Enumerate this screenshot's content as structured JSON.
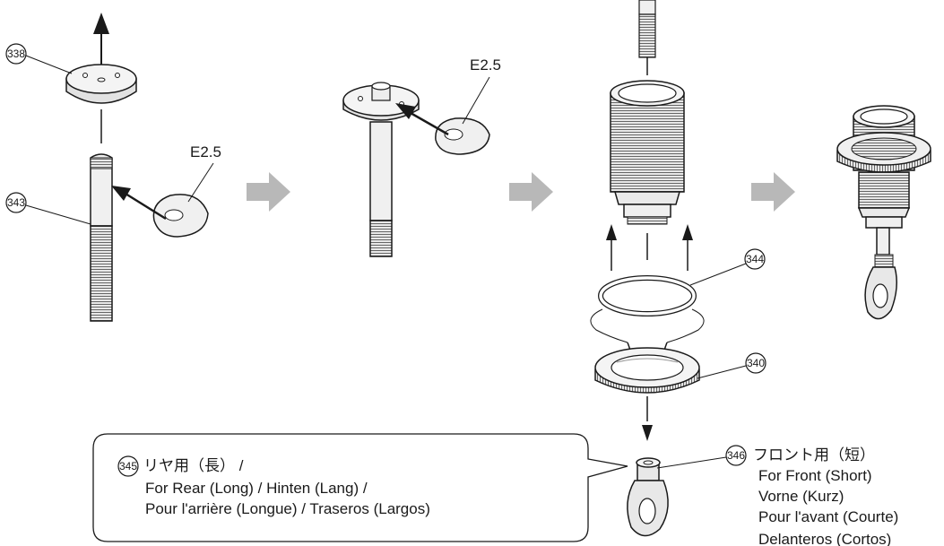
{
  "parts": {
    "p338": "338",
    "p343": "343",
    "p344": "344",
    "p340": "340",
    "p345": "345",
    "p346": "346"
  },
  "clip_labels": {
    "clip1": "E2.5",
    "clip2": "E2.5"
  },
  "rear_note": {
    "line1": "リヤ用（長） /",
    "line2": "For Rear (Long) / Hinten (Lang) /",
    "line3": "Pour l'arrière (Longue) / Traseros (Largos)"
  },
  "front_note": {
    "line1": "フロント用（短）",
    "line2": "For Front (Short)",
    "line3": "Vorne (Kurz)",
    "line4": "Pour l'avant (Courte)",
    "line5": "Delanteros (Cortos)"
  },
  "colors": {
    "arrow_grey": "#b8b8b8",
    "part_grey": "#e6e6e6",
    "line": "#1a1a1a"
  }
}
